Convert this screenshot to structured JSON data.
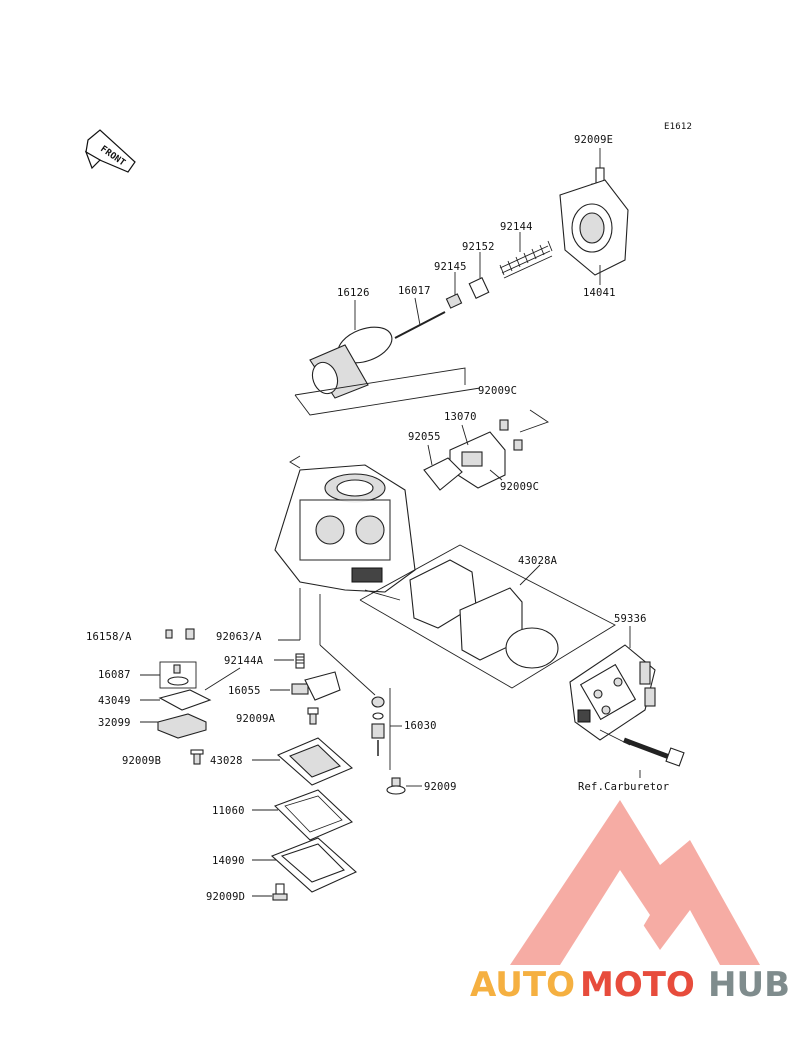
{
  "diagram": {
    "code": "E1612",
    "front_label": "FRONT",
    "labels": {
      "p92009E": "92009E",
      "p92144": "92144",
      "p92152": "92152",
      "p92145": "92145",
      "p14041": "14041",
      "p16126": "16126",
      "p16017": "16017",
      "p92009C_top": "92009C",
      "p13070": "13070",
      "p92055": "92055",
      "p92009C_bot": "92009C",
      "p43028A": "43028A",
      "p59336": "59336",
      "p16158A": "16158/A",
      "p92063A": "92063/A",
      "p16087": "16087",
      "p92144A": "92144A",
      "p43049": "43049",
      "p16055": "16055",
      "p32099": "32099",
      "p92009A": "92009A",
      "p16030": "16030",
      "p92009B": "92009B",
      "p43028": "43028",
      "p92009": "92009",
      "ref_carb": "Ref.Carburetor",
      "p11060": "11060",
      "p14090": "14090",
      "p92009D": "92009D"
    }
  },
  "watermark": {
    "part1": "AUTO",
    "part2": "MOTO",
    "part3": "HUB",
    "color_auto": "#f5b041",
    "color_moto": "#e74c3c",
    "color_hub": "#7f8c8d",
    "color_logo": "#e74c3c"
  }
}
